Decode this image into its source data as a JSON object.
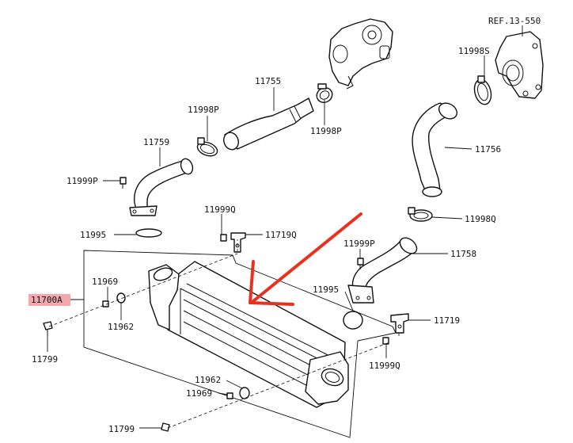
{
  "ref": "REF.13-550",
  "labels": {
    "p11998S": "11998S",
    "p11755": "11755",
    "p11998P_a": "11998P",
    "p11998P_b": "11998P",
    "p11759": "11759",
    "p11999P_a": "11999P",
    "p11756": "11756",
    "p11999Q_a": "11999Q",
    "p11998Q": "11998Q",
    "p11995_a": "11995",
    "p11719Q": "11719Q",
    "p11999P_b": "11999P",
    "p11758": "11758",
    "p11969_a": "11969",
    "p11700A": "11700A",
    "p11995_b": "11995",
    "p11962_a": "11962",
    "p11719": "11719",
    "p11799_a": "11799",
    "p11999Q_b": "11999Q",
    "p11962_b": "11962",
    "p11969_b": "11969",
    "p11799_b": "11799"
  },
  "highlight_color": "#f4a8ae",
  "arrow_color": "#e8321e"
}
